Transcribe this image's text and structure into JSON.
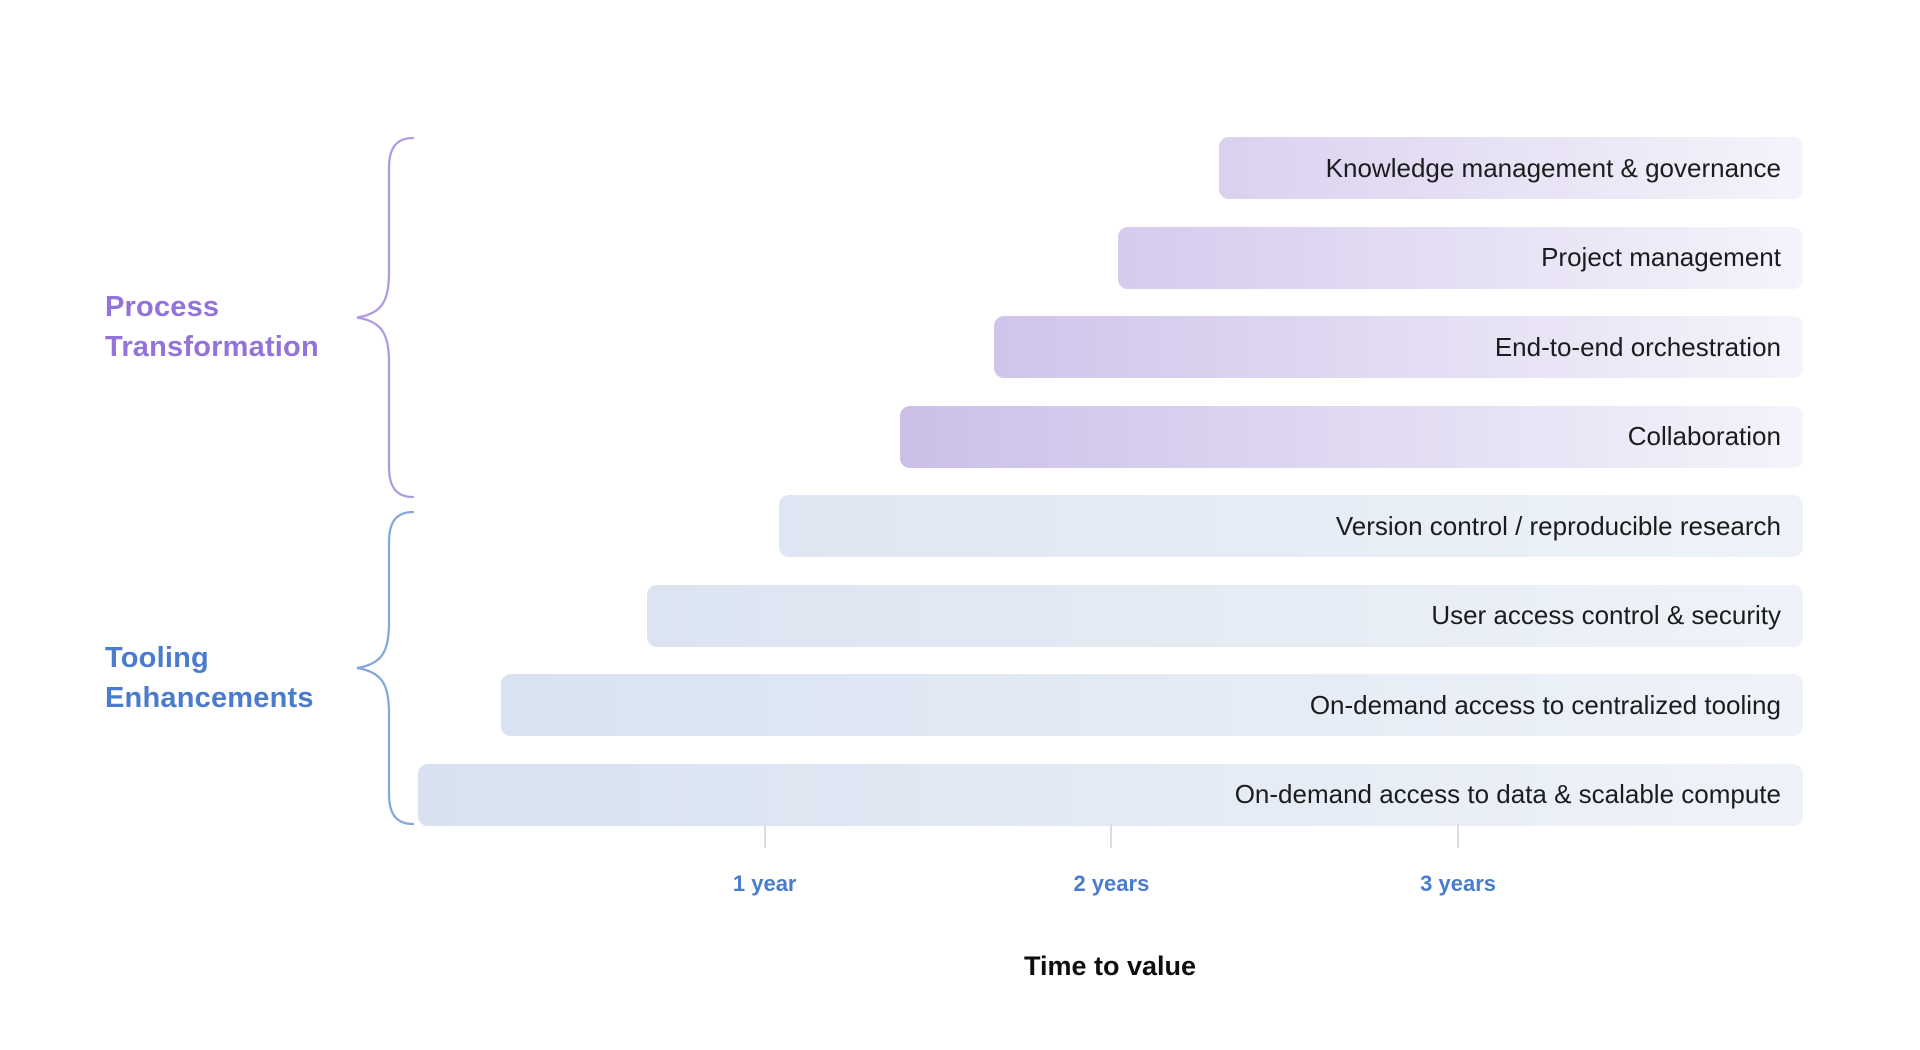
{
  "chart_data": {
    "type": "bar",
    "orientation": "horizontal",
    "title": "",
    "xlabel": "Time to value",
    "x_unit": "years",
    "xlim": [
      0,
      4
    ],
    "grid": false,
    "legend": false,
    "bar_end_years": 4,
    "x_ticks": [
      {
        "years": 1,
        "label": "1 year"
      },
      {
        "years": 2,
        "label": "2 years"
      },
      {
        "years": 3,
        "label": "3 years"
      }
    ],
    "groups": [
      {
        "name": "Process Transformation",
        "label_line1": "Process",
        "label_line2": "Transformation",
        "text_color": "#9373d9",
        "brace_color": "#b29ae2",
        "bar_gradient_from": "#b5a3de",
        "bar_gradient_to": "#f5f3fb"
      },
      {
        "name": "Tooling Enhancements",
        "label_line1": "Tooling",
        "label_line2": "Enhancements",
        "text_color": "#4b7ccb",
        "brace_color": "#84a7de",
        "bar_gradient_from": "#d7e1f0",
        "bar_gradient_to": "#eff3f9"
      }
    ],
    "bars": [
      {
        "label": "Knowledge management & governance",
        "group": 0,
        "start_years": 2.31
      },
      {
        "label": "Project management",
        "group": 0,
        "start_years": 2.02
      },
      {
        "label": "End-to-end orchestration",
        "group": 0,
        "start_years": 1.66
      },
      {
        "label": "Collaboration",
        "group": 0,
        "start_years": 1.39
      },
      {
        "label": "Version control / reproducible research",
        "group": 1,
        "start_years": 1.04
      },
      {
        "label": "User access control & security",
        "group": 1,
        "start_years": 0.66
      },
      {
        "label": "On-demand access to centralized tooling",
        "group": 1,
        "start_years": 0.24
      },
      {
        "label": "On-demand access to data & scalable compute",
        "group": 1,
        "start_years": 0.0
      }
    ]
  }
}
